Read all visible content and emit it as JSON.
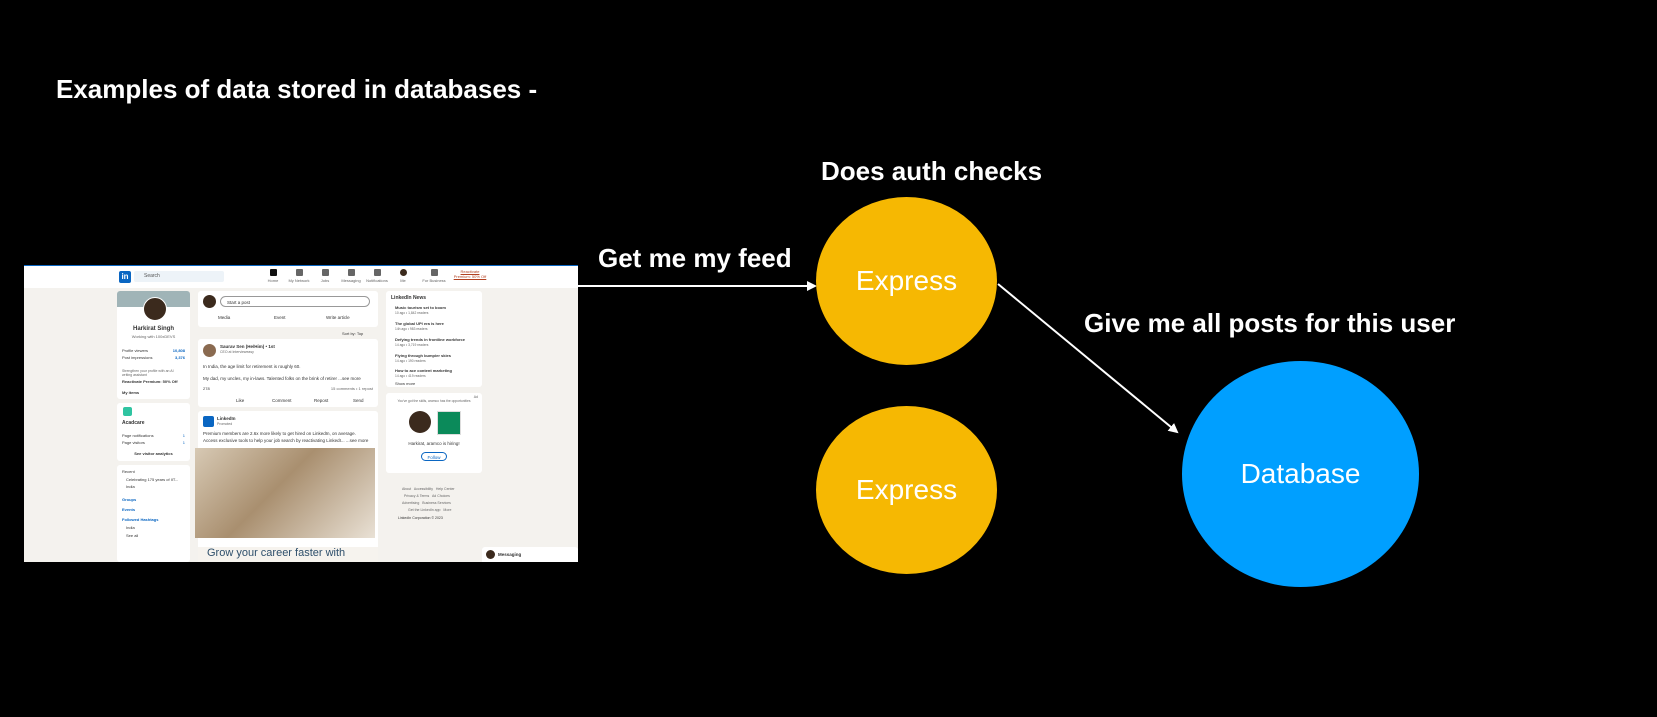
{
  "title": "Examples of data stored in databases -",
  "labels": {
    "get_feed": "Get me my feed",
    "auth_checks": "Does auth checks",
    "give_posts": "Give me all posts for this user"
  },
  "nodes": {
    "express_1": "Express",
    "express_2": "Express",
    "database": "Database"
  },
  "colors": {
    "express": "#F6B802",
    "database": "#009FFF",
    "background": "#000000"
  },
  "linkedin": {
    "logo": "in",
    "search": "Search",
    "nav": [
      "Home",
      "My Network",
      "Jobs",
      "Messaging",
      "Notifications",
      "Me",
      "For Business",
      "Reactivate Premium: 50% Off"
    ],
    "profile": {
      "name": "Harkirat Singh",
      "headline": "Working with 100xDEVS",
      "viewers_label": "Profile viewers",
      "viewers_value": "10,808",
      "impressions_label": "Post impressions",
      "impressions_value": "3,376",
      "premium_text": "Strengthen your profile with an AI writing assistant",
      "premium_cta": "Reactivate Premium: 50% Off",
      "my_items": "My items"
    },
    "page": {
      "name": "Acadcare",
      "notifications": "Page notifications",
      "notifications_value": "1",
      "visitors": "Page visitors",
      "visitors_value": "1",
      "analytics": "See visitor analytics"
    },
    "side": {
      "recent": "Recent",
      "recent_item": "Celebrating 175 years of IIT...",
      "india": "India",
      "groups": "Groups",
      "events": "Events",
      "followed": "Followed Hashtags",
      "india2": "India",
      "see_all": "See all"
    },
    "composer": {
      "placeholder": "Start a post",
      "media": "Media",
      "event": "Event",
      "article": "Write article",
      "sort": "Sort by: Top"
    },
    "post1": {
      "author": "Saurav Sen (He/Him) • 1st",
      "subtitle": "CEO at Intervieweasy",
      "text1": "In India, the age limit for retirement is roughly 60.",
      "text2": "My dad, my uncles, my in-laws. Talented folks on the brink of retirer ...see more",
      "reactions": "278",
      "comments": "15 comments • 1 repost",
      "actions": [
        "Like",
        "Comment",
        "Repost",
        "Send"
      ]
    },
    "post2": {
      "author": "LinkedIn",
      "subtitle": "Promoted",
      "text1": "Premium members are 2.6x more likely to get hired on LinkedIn, on average.",
      "text2": "Access exclusive tools to help your job search by reactivating LinkedI... ...see more",
      "banner": "Grow your career faster with"
    },
    "news": {
      "title": "LinkedIn News",
      "items": [
        {
          "head": "Music tourism set to boom",
          "meta": "10 ago • 1,842 readers"
        },
        {
          "head": "The global UPI era is here",
          "meta": "14h ago • 983 readers"
        },
        {
          "head": "Defying trends in frontline workforce",
          "meta": "14 ago • 3,719 readers"
        },
        {
          "head": "Flying through bumpier skies",
          "meta": "14 ago • 190 readers"
        },
        {
          "head": "How to ace content marketing",
          "meta": "14 ago • 419 readers"
        }
      ],
      "show_more": "Show more"
    },
    "ad": {
      "label": "Ad",
      "text": "You've got the skills, aramco has the opportunities",
      "hiring": "Harkirat, aramco is hiring!",
      "follow": "Follow"
    },
    "footer": [
      "About",
      "Accessibility",
      "Help Center",
      "Privacy & Terms",
      "Ad Choices",
      "Advertising",
      "Business Services",
      "Get the LinkedIn app",
      "More"
    ],
    "copyright": "LinkedIn Corporation © 2023",
    "messaging": "Messaging"
  }
}
